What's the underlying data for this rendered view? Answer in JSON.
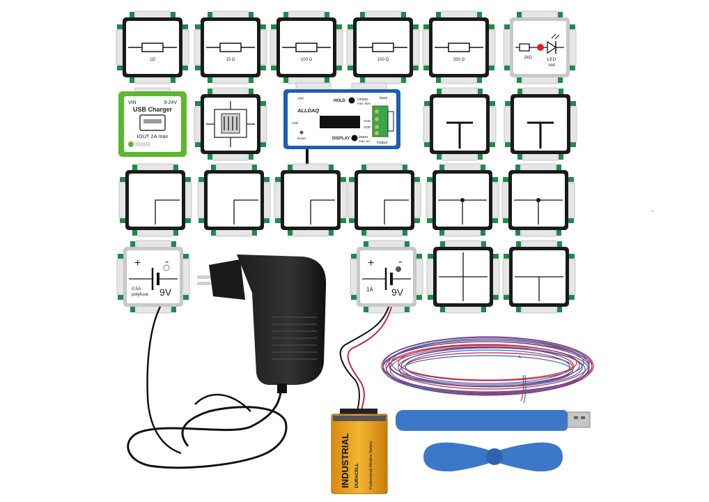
{
  "resistors": [
    {
      "value": "1Ω"
    },
    {
      "value": "15 Ω"
    },
    {
      "value": "100 Ω"
    },
    {
      "value": "100 Ω"
    },
    {
      "value": "330 Ω"
    }
  ],
  "led_module": {
    "value": "1kΩ",
    "led_label": "LED",
    "color_label": "red"
  },
  "usb_charger": {
    "vin": "VIN",
    "vin_range": "9-24V",
    "title": "USB Charger",
    "iout": "IOUT 2A max"
  },
  "alldaq": {
    "plus9v": "+9V",
    "hold": "HOLD",
    "umess": "Umess",
    "umax": "max. 60V",
    "input": "Input",
    "brand": "ALLDAQ",
    "gnd1": "GND",
    "gnd2": "GND",
    "display": "DISPLAY",
    "imess": "Imess",
    "imax": "max. 6A",
    "reset": "Reset",
    "output": "Output",
    "usb": "USB"
  },
  "battery_modules": [
    {
      "plus": "+",
      "minus": "-",
      "rating": "0,5A",
      "note": "polyfuse",
      "voltage": "9V"
    },
    {
      "plus": "+",
      "minus": "-",
      "rating": "1A",
      "note": "",
      "voltage": "9V"
    }
  ],
  "battery": {
    "brand": "INDUSTRIAL",
    "maker": "DURACELL",
    "type": "Professional Alkaline Battery"
  },
  "colors": {
    "module_border": "#1a1a1a",
    "connector_green": "#1e8a4a",
    "usb_green": "#5cb82e",
    "alldaq_blue": "#1b5fb0",
    "fan_blue": "#3d78c8",
    "wire_red": "#c0283a",
    "wire_blue": "#3a63c0"
  }
}
